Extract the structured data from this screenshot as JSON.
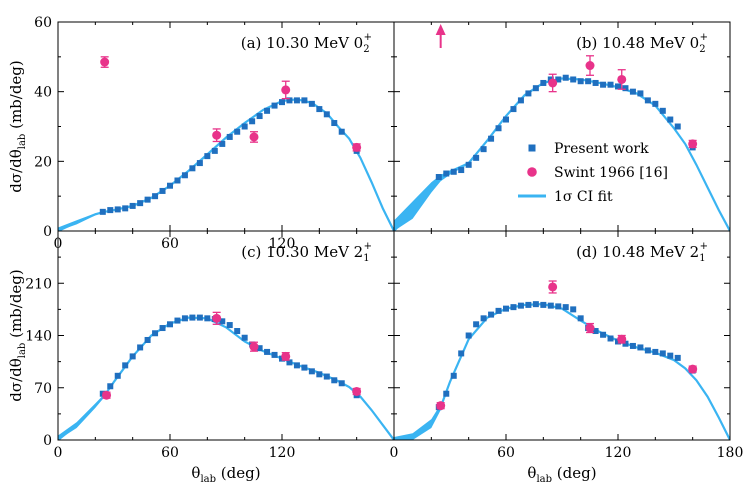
{
  "chart_data": [
    {
      "type": "scatter",
      "panel": "a",
      "title": "(a) 10.30 MeV 0",
      "title_sub": "2",
      "title_sup": "+",
      "xlim": [
        0,
        180
      ],
      "ylim": [
        0,
        60
      ],
      "xticks": [
        0,
        60,
        120
      ],
      "yticks": [
        0,
        20,
        40,
        60
      ],
      "ylabel": "dσ/dθ",
      "ylabel_sub": "lab",
      "ylabel_unit": "(mb/deg)",
      "series": [
        {
          "name": "Present work",
          "marker": "square",
          "color": "#1f6fbf",
          "points": [
            [
              24,
              5.5
            ],
            [
              28,
              6.0
            ],
            [
              32,
              6.2
            ],
            [
              36,
              6.5
            ],
            [
              40,
              7.2
            ],
            [
              44,
              8.0
            ],
            [
              48,
              9.0
            ],
            [
              52,
              10.0
            ],
            [
              56,
              11.5
            ],
            [
              60,
              13.0
            ],
            [
              64,
              14.5
            ],
            [
              68,
              16.0
            ],
            [
              72,
              18.0
            ],
            [
              76,
              19.5
            ],
            [
              80,
              21.5
            ],
            [
              84,
              23.0
            ],
            [
              88,
              25.0
            ],
            [
              92,
              27.0
            ],
            [
              96,
              28.5
            ],
            [
              100,
              30.0
            ],
            [
              104,
              31.5
            ],
            [
              108,
              33.0
            ],
            [
              112,
              34.5
            ],
            [
              116,
              36.0
            ],
            [
              120,
              37.0
            ],
            [
              124,
              37.5
            ],
            [
              128,
              37.5
            ],
            [
              132,
              37.5
            ],
            [
              136,
              36.5
            ],
            [
              140,
              35.0
            ],
            [
              144,
              33.5
            ],
            [
              148,
              31.0
            ],
            [
              152,
              28.5
            ],
            [
              160,
              23.0
            ]
          ]
        },
        {
          "name": "Swint 1966 [16]",
          "marker": "circle",
          "color": "#e8338a",
          "points": [
            [
              25,
              48.5,
              1.5
            ],
            [
              85,
              27.5,
              1.8
            ],
            [
              105,
              27.0,
              1.5
            ],
            [
              122,
              40.5,
              2.5
            ],
            [
              160,
              24.0,
              1.0
            ]
          ]
        }
      ],
      "fit": {
        "name": "1σ CI fit",
        "color": "#3ab4f2",
        "x": [
          0,
          10,
          20,
          24,
          30,
          40,
          50,
          60,
          70,
          80,
          90,
          100,
          110,
          120,
          128,
          136,
          144,
          150,
          156,
          162,
          168,
          174,
          180
        ],
        "y": [
          0,
          2.5,
          4.8,
          5.4,
          6.0,
          7.2,
          9.5,
          13.0,
          17.3,
          22.0,
          26.8,
          31.0,
          34.8,
          37.3,
          37.8,
          36.8,
          33.8,
          30.0,
          26.5,
          21.0,
          14.0,
          6.5,
          0
        ],
        "band": [
          1.0,
          0.6,
          0.3,
          0.15,
          0,
          0,
          0,
          0,
          0,
          0,
          0,
          0,
          0,
          0,
          0,
          0,
          0,
          0,
          0,
          0,
          0,
          0,
          0
        ]
      }
    },
    {
      "type": "scatter",
      "panel": "b",
      "title": "(b) 10.48 MeV 0",
      "title_sub": "2",
      "title_sup": "+",
      "xlim": [
        0,
        180
      ],
      "ylim": [
        0,
        60
      ],
      "xticks": [],
      "yticks": [],
      "series": [
        {
          "name": "Present work",
          "marker": "square",
          "color": "#1f6fbf",
          "points": [
            [
              24,
              15.5
            ],
            [
              28,
              16.5
            ],
            [
              32,
              17.0
            ],
            [
              36,
              17.5
            ],
            [
              40,
              19.0
            ],
            [
              44,
              21.0
            ],
            [
              48,
              23.5
            ],
            [
              52,
              26.5
            ],
            [
              56,
              29.5
            ],
            [
              60,
              32.0
            ],
            [
              64,
              35.0
            ],
            [
              68,
              37.5
            ],
            [
              72,
              39.5
            ],
            [
              76,
              41.0
            ],
            [
              80,
              42.5
            ],
            [
              84,
              43.5
            ],
            [
              88,
              43.5
            ],
            [
              92,
              44.0
            ],
            [
              96,
              43.5
            ],
            [
              100,
              43.0
            ],
            [
              104,
              43.0
            ],
            [
              108,
              42.5
            ],
            [
              112,
              42.0
            ],
            [
              116,
              42.0
            ],
            [
              120,
              41.5
            ],
            [
              124,
              41.0
            ],
            [
              128,
              40.0
            ],
            [
              132,
              39.5
            ],
            [
              136,
              37.5
            ],
            [
              140,
              36.5
            ],
            [
              144,
              34.5
            ],
            [
              148,
              32.0
            ],
            [
              152,
              30.0
            ],
            [
              160,
              24.0
            ]
          ]
        },
        {
          "name": "Swint 1966 [16]",
          "marker": "circle",
          "color": "#e8338a",
          "points": [
            [
              85,
              42.5,
              2.5
            ],
            [
              105,
              47.5,
              2.8
            ],
            [
              122,
              43.5,
              2.8
            ],
            [
              160,
              25.0,
              1.0
            ]
          ],
          "offscale": [
            [
              25,
              "up"
            ]
          ]
        }
      ],
      "fit": {
        "name": "1σ CI fit",
        "color": "#3ab4f2",
        "x": [
          0,
          10,
          20,
          25,
          30,
          40,
          50,
          60,
          70,
          80,
          90,
          100,
          110,
          120,
          130,
          140,
          150,
          156,
          162,
          168,
          174,
          180
        ],
        "y": [
          0,
          6.0,
          12.5,
          15.2,
          16.8,
          19.5,
          26.0,
          33.0,
          39.0,
          42.5,
          43.8,
          43.5,
          42.5,
          41.3,
          39.5,
          36.0,
          29.5,
          25.0,
          19.0,
          12.5,
          6.0,
          0
        ],
        "band": [
          3.0,
          2.5,
          1.5,
          0.9,
          0.6,
          0.3,
          0.1,
          0,
          0,
          0,
          0,
          0,
          0,
          0,
          0,
          0,
          0,
          0,
          0,
          0,
          0,
          0
        ]
      }
    },
    {
      "type": "scatter",
      "panel": "c",
      "title": "(c) 10.30 MeV 2",
      "title_sub": "1",
      "title_sup": "+",
      "xlim": [
        0,
        180
      ],
      "ylim": [
        0,
        280
      ],
      "xticks": [
        0,
        60,
        120
      ],
      "yticks": [
        0,
        70,
        140,
        210
      ],
      "ylabel": "dσ/dθ",
      "ylabel_sub": "lab",
      "ylabel_unit": "(mb/deg)",
      "xlabel": "θ",
      "xlabel_sub": "lab",
      "xlabel_unit": "(deg)",
      "series": [
        {
          "name": "Present work",
          "marker": "square",
          "color": "#1f6fbf",
          "points": [
            [
              24,
              62
            ],
            [
              28,
              72
            ],
            [
              32,
              86
            ],
            [
              36,
              100
            ],
            [
              40,
              112
            ],
            [
              44,
              124
            ],
            [
              48,
              134
            ],
            [
              52,
              143
            ],
            [
              56,
              150
            ],
            [
              60,
              155
            ],
            [
              64,
              160
            ],
            [
              68,
              163
            ],
            [
              72,
              164
            ],
            [
              76,
              164
            ],
            [
              80,
              163
            ],
            [
              84,
              162
            ],
            [
              88,
              159
            ],
            [
              92,
              154
            ],
            [
              96,
              146
            ],
            [
              100,
              137
            ],
            [
              104,
              128
            ],
            [
              108,
              123
            ],
            [
              112,
              118
            ],
            [
              116,
              114
            ],
            [
              120,
              109
            ],
            [
              124,
              104
            ],
            [
              128,
              100
            ],
            [
              132,
              97
            ],
            [
              136,
              92
            ],
            [
              140,
              88
            ],
            [
              144,
              85
            ],
            [
              148,
              80
            ],
            [
              152,
              76
            ],
            [
              160,
              60
            ]
          ]
        },
        {
          "name": "Swint 1966 [16]",
          "marker": "circle",
          "color": "#e8338a",
          "points": [
            [
              26,
              60,
              4
            ],
            [
              85,
              163,
              8
            ],
            [
              105,
              125,
              6
            ],
            [
              122,
              112,
              5
            ],
            [
              160,
              65,
              4
            ]
          ]
        }
      ],
      "fit": {
        "name": "1σ CI fit",
        "color": "#3ab4f2",
        "x": [
          0,
          10,
          20,
          25,
          30,
          40,
          50,
          60,
          70,
          80,
          90,
          100,
          110,
          120,
          130,
          140,
          150,
          156,
          162,
          168,
          174,
          180
        ],
        "y": [
          0,
          20,
          46,
          60,
          78,
          112,
          140,
          156,
          164,
          163,
          151,
          132,
          119,
          109,
          99,
          90,
          79,
          71,
          58,
          40,
          20,
          0
        ],
        "band": [
          6,
          4,
          3,
          2,
          0,
          0,
          0,
          0,
          0,
          0,
          0,
          0,
          0,
          0,
          0,
          0,
          0,
          0,
          0,
          0,
          0,
          0
        ]
      }
    },
    {
      "type": "scatter",
      "panel": "d",
      "title": "(d) 10.48 MeV 2",
      "title_sub": "1",
      "title_sup": "+",
      "xlim": [
        0,
        180
      ],
      "ylim": [
        0,
        280
      ],
      "xticks": [
        0,
        60,
        120,
        180
      ],
      "yticks": [],
      "xlabel": "θ",
      "xlabel_sub": "lab",
      "xlabel_unit": "(deg)",
      "series": [
        {
          "name": "Present work",
          "marker": "square",
          "color": "#1f6fbf",
          "points": [
            [
              24,
              44
            ],
            [
              28,
              62
            ],
            [
              32,
              86
            ],
            [
              36,
              116
            ],
            [
              40,
              140
            ],
            [
              44,
              155
            ],
            [
              48,
              163
            ],
            [
              52,
              168
            ],
            [
              56,
              173
            ],
            [
              60,
              176
            ],
            [
              64,
              178
            ],
            [
              68,
              180
            ],
            [
              72,
              181
            ],
            [
              76,
              182
            ],
            [
              80,
              181
            ],
            [
              84,
              180
            ],
            [
              88,
              179
            ],
            [
              92,
              178
            ],
            [
              96,
              175
            ],
            [
              100,
              163
            ],
            [
              104,
              150
            ],
            [
              108,
              146
            ],
            [
              112,
              141
            ],
            [
              116,
              136
            ],
            [
              120,
              132
            ],
            [
              124,
              129
            ],
            [
              128,
              126
            ],
            [
              132,
              124
            ],
            [
              136,
              120
            ],
            [
              140,
              118
            ],
            [
              144,
              116
            ],
            [
              148,
              113
            ],
            [
              152,
              110
            ],
            [
              160,
              93
            ]
          ]
        },
        {
          "name": "Swint 1966 [16]",
          "marker": "circle",
          "color": "#e8338a",
          "points": [
            [
              25,
              46,
              4
            ],
            [
              85,
              205,
              8
            ],
            [
              105,
              150,
              6
            ],
            [
              122,
              135,
              5
            ],
            [
              160,
              95,
              4
            ]
          ]
        }
      ],
      "fit": {
        "name": "1σ CI fit",
        "color": "#3ab4f2",
        "x": [
          0,
          10,
          20,
          25,
          30,
          40,
          50,
          60,
          70,
          80,
          90,
          100,
          110,
          120,
          130,
          140,
          150,
          156,
          162,
          168,
          174,
          180
        ],
        "y": [
          0,
          4,
          22,
          44,
          78,
          135,
          164,
          176,
          181,
          182,
          176,
          160,
          145,
          133,
          124,
          117,
          107,
          96,
          80,
          58,
          30,
          0
        ],
        "band": [
          4,
          5,
          6,
          4,
          2,
          0,
          0,
          0,
          0,
          0,
          0,
          0,
          0,
          0,
          0,
          0,
          0,
          0,
          0,
          0,
          0,
          0
        ]
      }
    }
  ],
  "legend": {
    "placement": "panel-b-lower-center",
    "entries": [
      {
        "label": "Present work",
        "marker": "square",
        "color": "#1f6fbf"
      },
      {
        "label": "Swint 1966 [16]",
        "marker": "circle",
        "color": "#e8338a"
      },
      {
        "label": "1σ CI fit",
        "marker": "line",
        "color": "#3ab4f2"
      }
    ]
  }
}
